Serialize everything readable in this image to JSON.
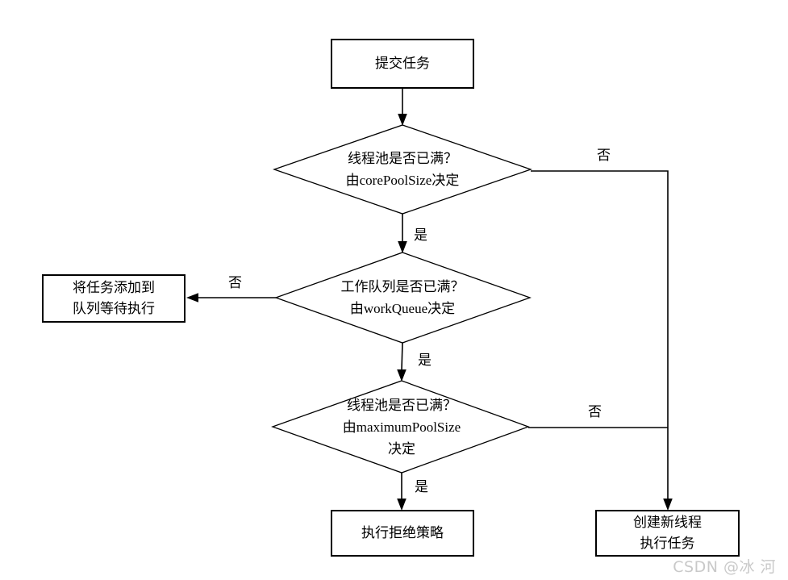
{
  "diagram": {
    "background": "#ffffff",
    "line_color": "#000000",
    "watermark_color": "#c9c9c9",
    "nodes": {
      "submit_task": {
        "label": "提交任务"
      },
      "core_pool_check": {
        "line1": "线程池是否已满？",
        "line2": "由corePoolSize决定"
      },
      "add_to_queue": {
        "line1": "将任务添加到",
        "line2": "队列等待执行"
      },
      "work_queue_check": {
        "line1": "工作队列是否已满？",
        "line2": "由workQueue决定"
      },
      "max_pool_check": {
        "line1": "线程池是否已满？",
        "line2": "由maximumPoolSize",
        "line3": "决定"
      },
      "reject_policy": {
        "label": "执行拒绝策略"
      },
      "create_thread": {
        "line1": "创建新线程",
        "line2": "执行任务"
      }
    },
    "edge_labels": {
      "core_yes": "是",
      "core_no": "否",
      "queue_yes": "是",
      "queue_no": "否",
      "max_yes": "是",
      "max_no": "否"
    },
    "watermark": "CSDN @冰 河"
  }
}
